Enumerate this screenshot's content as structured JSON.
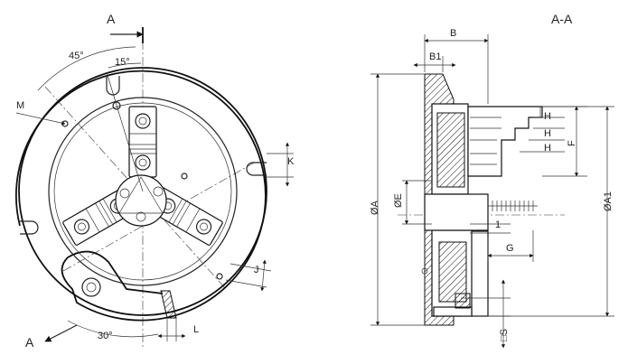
{
  "labels": {
    "section_top": "A",
    "section_bottom": "A",
    "section_view": "A-A",
    "angle_45": "45°",
    "angle_15": "15°",
    "angle_30": "30°",
    "dim_M": "M",
    "dim_K": "K",
    "dim_J": "J",
    "dim_L": "L",
    "dim_B": "B",
    "dim_B1": "B1",
    "dim_H1": "H",
    "dim_H2": "H",
    "dim_H3": "H",
    "dim_F": "F",
    "dim_A": "ØA",
    "dim_E": "ØE",
    "dim_A1": "ØA1",
    "dim_1": "1",
    "dim_G": "G",
    "dim_S": "□S"
  }
}
